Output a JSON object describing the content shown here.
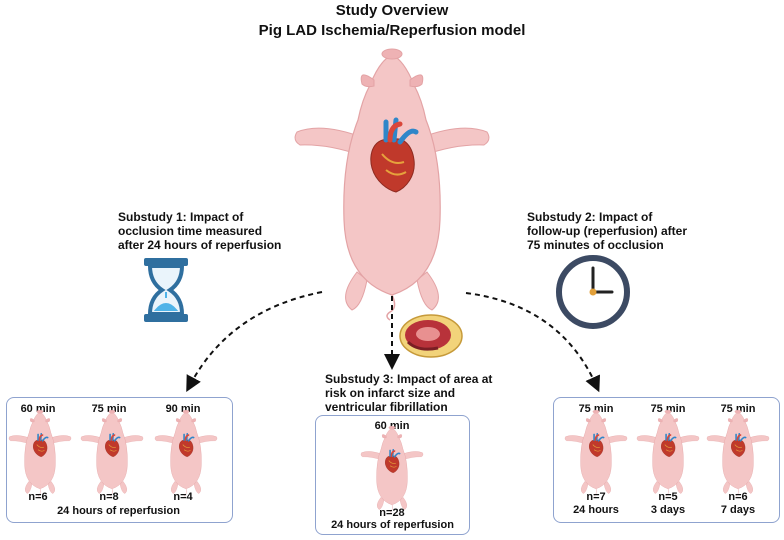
{
  "title": "Study Overview",
  "subtitle": "Pig LAD Ischemia/Reperfusion model",
  "substudy1": {
    "label": "Substudy 1: Impact of\nocclusion time measured\nafter 24 hours of reperfusion",
    "groups": [
      {
        "time": "60 min",
        "n": "n=6"
      },
      {
        "time": "75 min",
        "n": "n=8"
      },
      {
        "time": "90 min",
        "n": "n=4"
      }
    ],
    "footer": "24 hours of reperfusion",
    "icon": "hourglass-icon"
  },
  "substudy2": {
    "label": "Substudy 2: Impact of\nfollow-up (reperfusion) after\n75 minutes of occlusion",
    "groups": [
      {
        "time": "75 min",
        "n": "n=7",
        "followup": "24 hours"
      },
      {
        "time": "75 min",
        "n": "n=5",
        "followup": "3 days"
      },
      {
        "time": "75 min",
        "n": "n=6",
        "followup": "7 days"
      }
    ],
    "icon": "clock-icon"
  },
  "substudy3": {
    "label": "Substudy 3: Impact of area at\nrisk on infarct size and\nventricular fibrillation",
    "groups": [
      {
        "time": "60 min",
        "n": "n=28"
      }
    ],
    "footer": "24 hours of reperfusion",
    "icon": "heart-slice-icon"
  },
  "colors": {
    "pig": "#f4c6c6",
    "pig_outline": "#e3a3a5",
    "box_border": "#8fa3cf",
    "heart_red": "#c0392b",
    "vessel_blue": "#2f86c9",
    "hourglass": "#2f6f9f"
  }
}
